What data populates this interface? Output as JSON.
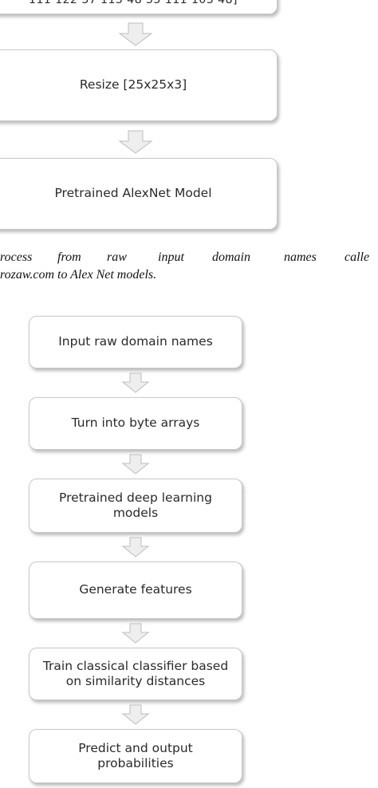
{
  "top_flow": {
    "partial_box_text": "111 122  37 115  48  55 111 103  48]",
    "steps": [
      "Resize [25x25x3]",
      "Pretrained AlexNet Model"
    ]
  },
  "caption": {
    "line1_words": [
      "rocess",
      "from",
      "raw",
      "input",
      "domain",
      "names",
      "calle"
    ],
    "line2": "rozaw.com to Alex Net models."
  },
  "bottom_flow": {
    "steps": [
      "Input raw domain names",
      "Turn into byte arrays",
      "Pretrained deep learning models",
      "Generate features",
      "Train classical classifier based on similarity distances",
      "Predict and output probabilities"
    ]
  },
  "colors": {
    "box_border": "#c9c9c9",
    "arrow_fill": "#eeeeee",
    "arrow_stroke": "#bdbdbd"
  }
}
